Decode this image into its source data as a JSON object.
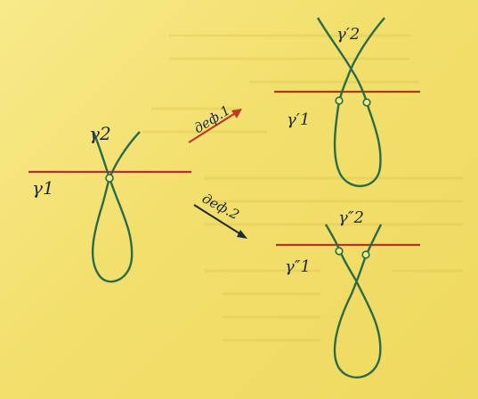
{
  "diagram": {
    "colors": {
      "background": "#f3e37a",
      "curve": "#2b6b4a",
      "line": "#b4322a",
      "arrow": "#c0392b",
      "text": "#1c2a3a"
    },
    "figures": [
      {
        "id": "original",
        "labels": {
          "upper": "γ2",
          "lower": "γ1"
        }
      },
      {
        "id": "deformed-1",
        "labels": {
          "upper": "γ′2",
          "lower": "γ′1"
        }
      },
      {
        "id": "deformed-2",
        "labels": {
          "upper": "γ″2",
          "lower": "γ″1"
        }
      }
    ],
    "arrows": [
      {
        "id": "def1",
        "label": "деф.1"
      },
      {
        "id": "def2",
        "label": "деф.2"
      }
    ]
  }
}
